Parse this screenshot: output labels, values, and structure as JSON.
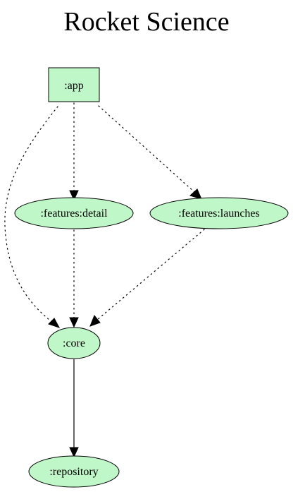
{
  "diagram": {
    "title": "Rocket Science",
    "node_fill": "#c0f7c8",
    "nodes": [
      {
        "id": "app",
        "label": ":app",
        "shape": "box"
      },
      {
        "id": "detail",
        "label": ":features:detail",
        "shape": "ellipse"
      },
      {
        "id": "launches",
        "label": ":features:launches",
        "shape": "ellipse"
      },
      {
        "id": "core",
        "label": ":core",
        "shape": "ellipse"
      },
      {
        "id": "repository",
        "label": ":repository",
        "shape": "ellipse"
      }
    ],
    "edges": [
      {
        "from": "app",
        "to": "core",
        "style": "dotted"
      },
      {
        "from": "app",
        "to": "detail",
        "style": "dotted"
      },
      {
        "from": "app",
        "to": "launches",
        "style": "dotted"
      },
      {
        "from": "detail",
        "to": "core",
        "style": "dotted"
      },
      {
        "from": "launches",
        "to": "core",
        "style": "dotted"
      },
      {
        "from": "core",
        "to": "repository",
        "style": "solid"
      }
    ]
  }
}
